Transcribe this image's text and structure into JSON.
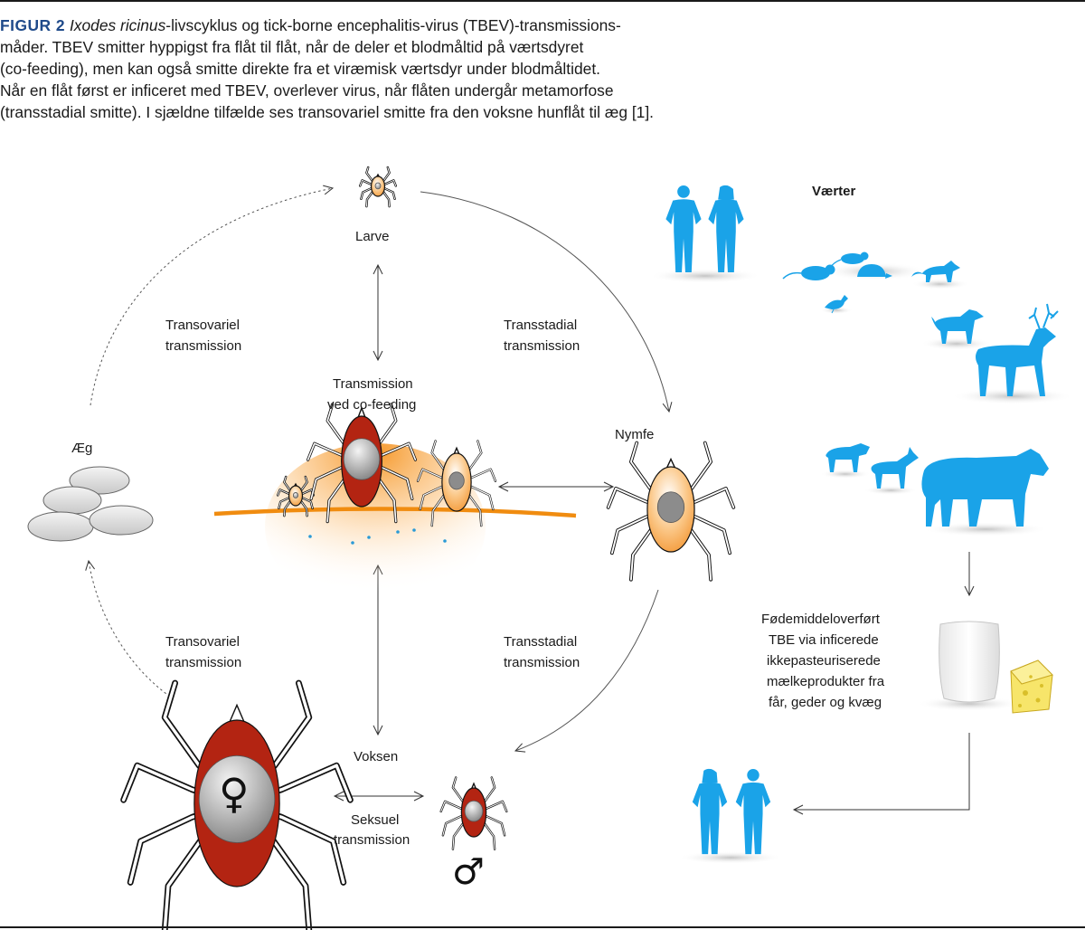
{
  "caption": {
    "figure_label": "FIGUR 2",
    "species": "Ixodes ricinus",
    "text_part1": "-livscyklus og tick-borne encephalitis-virus (TBEV)-transmissions-",
    "text_line2": "måder. TBEV smitter hyppigst fra flåt til flåt, når de deler et blodmåltid på værtsdyret",
    "text_line3": "(co-feeding), men kan også smitte direkte fra et viræmisk værtsdyr under blodmåltidet.",
    "text_line4": "Når en flåt først er inficeret med TBEV, overlever virus, når flåten undergår metamorfose",
    "text_line5": "(transstadial smitte). I sjældne tilfælde ses transovariel smitte fra den voksne hunflåt til æg [1]."
  },
  "labels": {
    "larve": "Larve",
    "nymfe": "Nymfe",
    "voksen": "Voksen",
    "aeg": "Æg",
    "co_feeding_1": "Transmission",
    "co_feeding_2": "ved co-feeding",
    "transovariel_top_1": "Transovariel",
    "transovariel_top_2": "transmission",
    "transovariel_bottom_1": "Transovariel",
    "transovariel_bottom_2": "transmission",
    "transstadial_top_1": "Transstadial",
    "transstadial_top_2": "transmission",
    "transstadial_bottom_1": "Transstadial",
    "transstadial_bottom_2": "transmission",
    "seksuel_1": "Seksuel",
    "seksuel_2": "transmission",
    "vaerter": "Værter",
    "food_1": "Fødemiddeloverført",
    "food_2": "TBE via inficerede",
    "food_3": "ikkepasteuriserede",
    "food_4": "mælkeprodukter fra",
    "food_5": "får, geder og kvæg",
    "female_symbol": "♀",
    "male_symbol": "♂"
  },
  "colors": {
    "figure_label": "#1f4a8a",
    "host_blue": "#1aa3e8",
    "tick_red": "#b32412",
    "tick_orange": "#f5a446",
    "skin_line": "#f08c10",
    "egg_grey": "#d9d9d9"
  },
  "icons": {
    "larva": "tick-larva-icon",
    "nymph": "tick-nymph-icon",
    "female_adult": "tick-female-icon",
    "male_adult": "tick-male-icon",
    "eggs": "egg-cluster-icon",
    "humans": "human-pair-icon",
    "small_mammals": "rodent-icon",
    "fox": "fox-icon",
    "bird": "bird-icon",
    "dog": "dog-icon",
    "deer": "deer-icon",
    "sheep": "sheep-icon",
    "goat": "goat-icon",
    "cow": "cow-icon",
    "milk": "milk-glass-icon",
    "cheese": "cheese-icon"
  }
}
